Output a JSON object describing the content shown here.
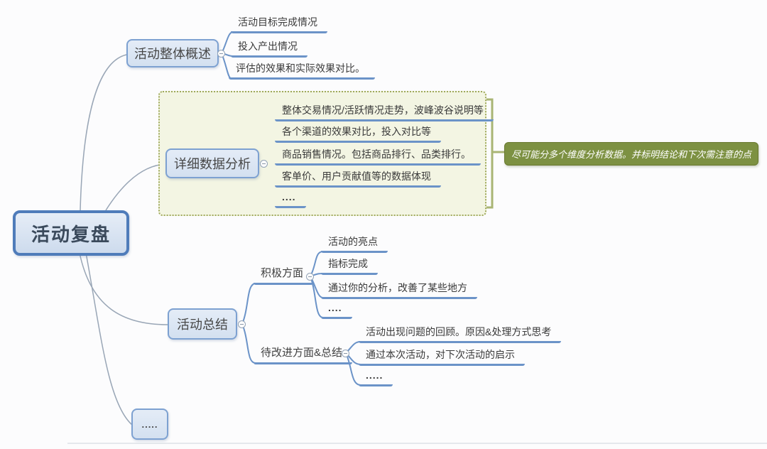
{
  "root": {
    "label": "活动复盘"
  },
  "branches": {
    "overview": {
      "label": "活动整体概述",
      "children": [
        "活动目标完成情况",
        "投入产出情况",
        "评估的效果和实际效果对比。"
      ]
    },
    "analysis": {
      "label": "详细数据分析",
      "children": [
        "整体交易情况/活跃情况走势，波峰波谷说明等",
        "各个渠道的效果对比，投入对比等",
        "商品销售情况。包括商品排行、品类排行。",
        "客单价、用户贡献值等的数据体现",
        "...."
      ],
      "callout": "尽可能分多个维度分析数据。并标明结论和下次需注意的点"
    },
    "summary": {
      "label": "活动总结",
      "positive": {
        "label": "积极方面",
        "children": [
          "活动的亮点",
          "指标完成",
          "通过你的分析，改善了某些地方",
          "...."
        ]
      },
      "improve": {
        "label": "待改进方面&总结",
        "children": [
          "活动出现问题的回顾。原因&处理方式思考",
          "通过本次活动，对下次活动的启示",
          "....."
        ]
      }
    },
    "more": {
      "label": "....."
    }
  },
  "colors": {
    "branch_line": "#6b93c8",
    "trunk_line": "#99a6b6",
    "node_border": "#7da1d1",
    "root_border": "#4f7cba",
    "boundary_border": "#9fa95b",
    "boundary_fill": "#f3f5e3",
    "callout_bg": "#7d9142",
    "callout_text": "#ffffff"
  }
}
